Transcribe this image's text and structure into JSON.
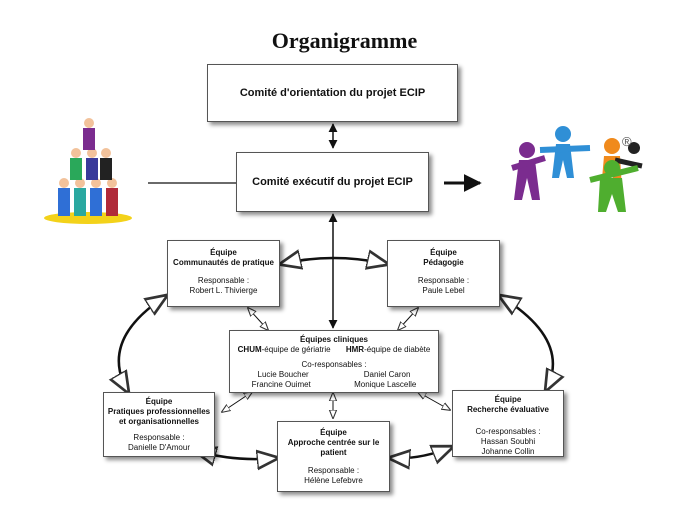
{
  "title": "Organigramme",
  "orientation": {
    "label": "Comité d'orientation du projet ECIP"
  },
  "executif": {
    "label": "Comité exécutif du projet ECIP"
  },
  "registered_mark": "®",
  "communautes": {
    "line1": "Équipe",
    "line2": "Communautés de pratique",
    "resp_label": "Responsable :",
    "resp_name": "Robert L. Thivierge"
  },
  "pedagogie": {
    "line1": "Équipe",
    "line2": "Pédagogie",
    "resp_label": "Responsable :",
    "resp_name": "Paule Lebel"
  },
  "cliniques": {
    "title": "Équipes cliniques",
    "chum_bold": "CHUM",
    "chum_rest": "-équipe de gériatrie",
    "hmr_bold": "HMR",
    "hmr_rest": "-équipe de diabète",
    "coresp_label": "Co-responsables :",
    "names_left": [
      "Lucie Boucher",
      "Francine Ouimet"
    ],
    "names_right": [
      "Daniel Caron",
      "Monique Lascelle"
    ]
  },
  "pratiques": {
    "line1": "Équipe",
    "line2": "Pratiques professionnelles",
    "line3": "et organisationnelles",
    "resp_label": "Responsable :",
    "resp_name": "Danielle D'Amour"
  },
  "recherche": {
    "line1": "Équipe",
    "line2": "Recherche évaluative",
    "resp_label": "Co-responsables :",
    "names": [
      "Hassan Soubhi",
      "Johanne Collin"
    ]
  },
  "approche": {
    "line1": "Équipe",
    "line2": "Approche centrée sur le",
    "line3": "patient",
    "resp_label": "Responsable :",
    "resp_name": "Hélène Lefebvre"
  },
  "colors": {
    "purple": "#7b2c8f",
    "blue": "#2f8fd6",
    "green": "#4fae2f",
    "orange": "#f08a1c",
    "black": "#222222"
  }
}
